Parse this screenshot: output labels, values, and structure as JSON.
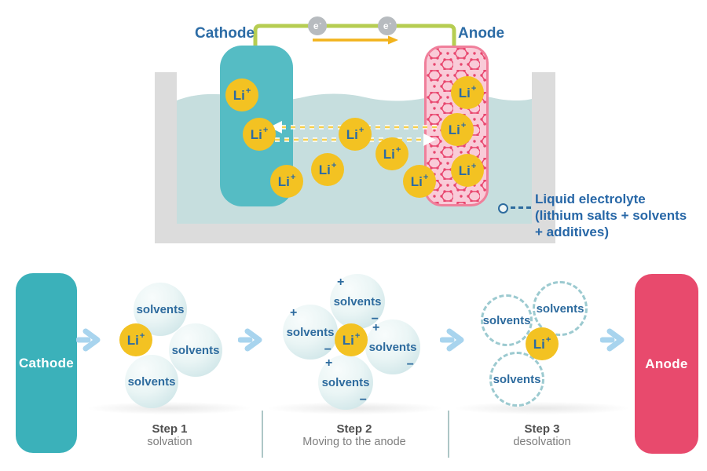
{
  "top_diagram": {
    "cathode_label": "Cathode",
    "anode_label": "Anode",
    "electron": {
      "base": "e",
      "sup": "-"
    },
    "ion": {
      "base": "Li",
      "sup": "+"
    },
    "electrolyte_note": {
      "line1": "Liquid electrolyte",
      "line2": "(lithium salts + solvents",
      "line3": "+ additives)"
    }
  },
  "process": {
    "cathode_label": "Cathode",
    "anode_label": "Anode",
    "solvent_label": "solvents",
    "plus_symbol": "+",
    "minus_symbol": "−",
    "ion": {
      "base": "Li",
      "sup": "+"
    },
    "steps": [
      {
        "title": "Step 1",
        "subtitle": "solvation"
      },
      {
        "title": "Step 2",
        "subtitle": "Moving to the anode"
      },
      {
        "title": "Step 3",
        "subtitle": "desolvation"
      }
    ]
  },
  "colors": {
    "cathode_block_teal": "#3bb1ba",
    "cathode_electrode_teal": "#55bcc4",
    "anode_block_pink": "#e84a6d",
    "anode_electrode_fill": "#f9cbd8",
    "anode_electrode_border": "#f07f9b",
    "anode_lattice": "#e8466e",
    "ion_yellow": "#f3c222",
    "ion_text_blue": "#2c6ba3",
    "label_blue": "#2767a7",
    "wire_green": "#b6cd52",
    "electron_gray": "#b7bbbf",
    "flow_arrow_yellow": "#f2b31c",
    "step_arrow_blue": "#a8d4ee",
    "liquid_teal": "#c6dede",
    "tank_gray": "#dcdcdc"
  }
}
